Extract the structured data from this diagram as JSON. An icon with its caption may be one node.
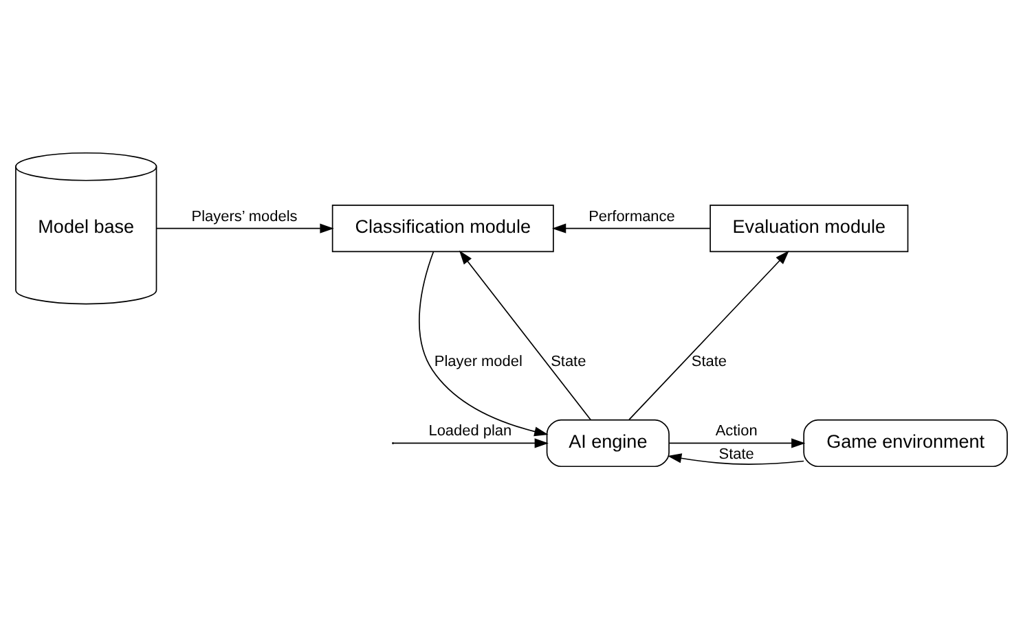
{
  "diagram": {
    "nodes": [
      {
        "text": [
          "Model base"
        ]
      },
      {
        "text": [
          "Classification module"
        ]
      },
      {
        "text": [
          "Evaluation module"
        ]
      },
      {
        "text": [
          "AI engine"
        ]
      },
      {
        "text": [
          "Game environment"
        ]
      }
    ],
    "edges": [
      {
        "from": 0,
        "to": 1,
        "arrow": "to",
        "label": "Players’ models"
      },
      {
        "from": 2,
        "to": 1,
        "arrow": "to",
        "label": "Performance"
      },
      {
        "from": 1,
        "to": 3,
        "arrow": "to",
        "label": "Player model"
      },
      {
        "from": 3,
        "to": 1,
        "arrow": "to",
        "label": "State"
      },
      {
        "from": 3,
        "to": 2,
        "arrow": "to",
        "label": "State"
      },
      {
        "from": 3,
        "to": 4,
        "arrow": "to",
        "label": "Action"
      },
      {
        "from": 4,
        "to": 3,
        "arrow": "to",
        "label": "State"
      },
      {
        "from": null,
        "to": 3,
        "arrow": "to",
        "label": "Loaded plan"
      }
    ]
  }
}
